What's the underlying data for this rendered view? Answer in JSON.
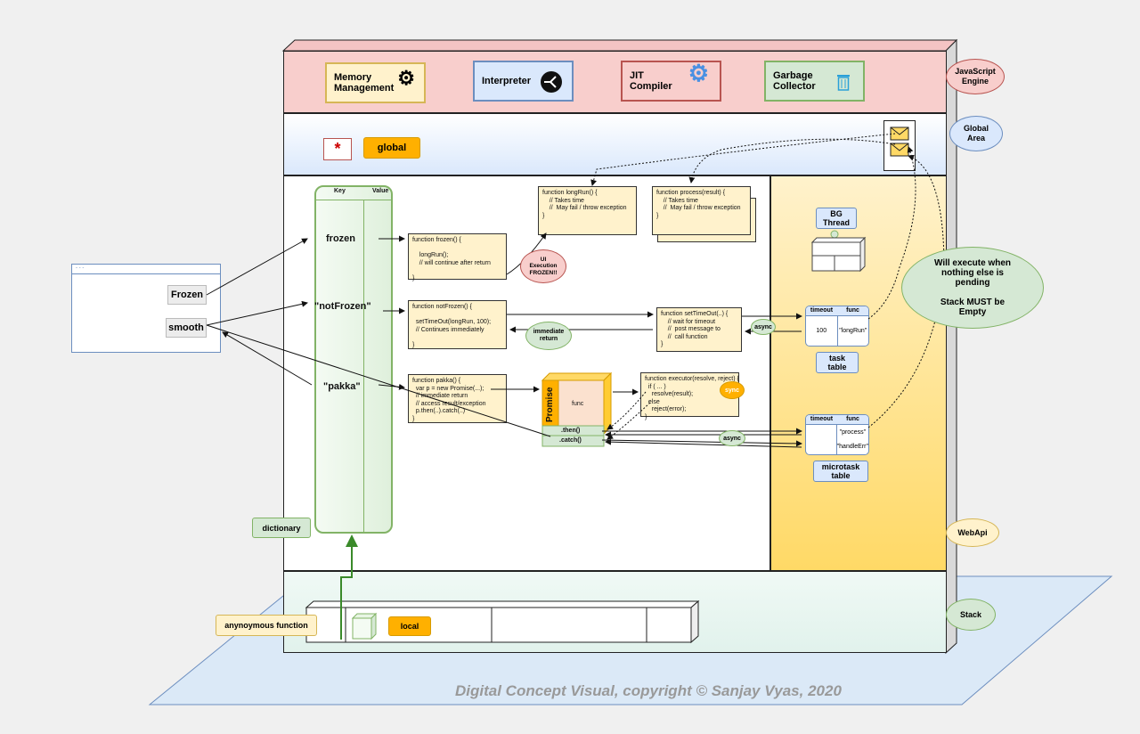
{
  "engine": {
    "components": [
      {
        "label": "Memory\nManagement",
        "icon": "brain-icon"
      },
      {
        "label": "Interpreter",
        "icon": "arrow-split-icon"
      },
      {
        "label": "JIT\nCompiler",
        "icon": "gear-icon"
      },
      {
        "label": "Garbage\nCollector",
        "icon": "trash-icon"
      }
    ]
  },
  "global_area": {
    "label": "global",
    "icon": "asterisk-icon"
  },
  "clouds": {
    "javascript_engine": "JavaScript\nEngine",
    "global_area": "Global\nArea",
    "webapi": "WebApi",
    "stack": "Stack",
    "ui_frozen": "UI\nExecution\nFROZEN!!",
    "immediate_return": "immediate\nreturn",
    "async_timeout": "async",
    "sync": "sync",
    "async_micro": "async",
    "will_execute": "Will execute when\nnothing else is\npending\n\nStack MUST be\nEmpty"
  },
  "dictionary": {
    "header_key": "Key",
    "header_value": "Value",
    "keys": [
      "frozen",
      "\"notFrozen\"",
      "\"pakka\""
    ],
    "label": "dictionary"
  },
  "browser_window": {
    "buttons": [
      "Frozen",
      "smooth"
    ]
  },
  "code": {
    "frozen": "function frozen() {\n\n    longRun();\n    // will continue after return\n\n}",
    "notFrozen": "function notFrozen() {\n\n  setTimeOut(longRun, 100);\n  // Continues immediately\n\n}",
    "pakka": "function pakka() {\n  var p = new Promise(...);\n  // immediate return\n  // access result/exception\n  p.then(..).catch(..)\n}",
    "longRun": "function longRun() {\n    // Takes time\n    //  May fail / throw exception\n}",
    "process": "function process(result) {\n    // Takes time\n    //  May fail / throw exception\n}",
    "setTimeOut": "function setTimeOut(..) {\n    // wait for timeout\n    //  post message to\n    //  call function\n}",
    "executor": "function executor(resolve, reject) {\n  if ( ... )\n    resolve(result);\n  else\n    reject(error);\n}"
  },
  "promise": {
    "title": "Promise",
    "func": "func",
    "then": ".then()",
    "catch": ".catch()"
  },
  "bg_thread": {
    "label": "BG\nThread"
  },
  "task_table": {
    "headers": [
      "timeout",
      "func"
    ],
    "rows": [
      [
        "100",
        "\"longRun\""
      ]
    ],
    "label": "task\ntable"
  },
  "microtask_table": {
    "headers": [
      "timeout",
      "func"
    ],
    "rows": [
      [
        "",
        "\"process\""
      ],
      [
        "",
        "\"handleErr\""
      ]
    ],
    "label": "microtask\ntable"
  },
  "stack": {
    "anonymous": "anynoymous function",
    "local": "local"
  },
  "copyright": "Digital Concept Visual, copyright © Sanjay Vyas, 2020",
  "colors": {
    "engine_band": "#f8cecc",
    "global_band": "#dae8fc",
    "webapi_band": "#ffd966",
    "stack_band": "#e1f2ec",
    "memory": "#fff2cc",
    "interpreter": "#dae8fc",
    "jit": "#f8cecc",
    "gc": "#d5e8d4",
    "orange_tag": "#ffb000",
    "green_tag": "#d5e8d4",
    "floor": "#dbe9f7"
  }
}
